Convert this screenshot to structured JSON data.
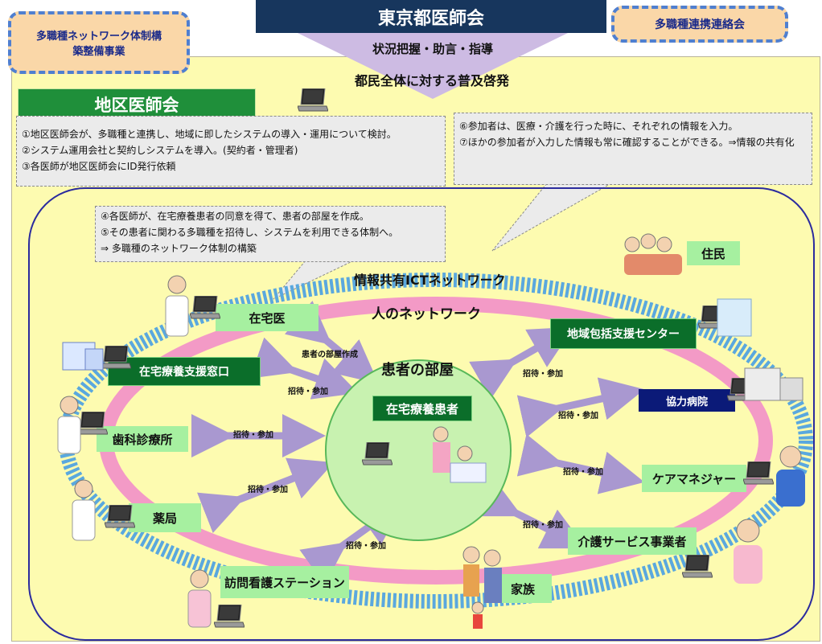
{
  "header": {
    "tokyo_medical_association": "東京都医師会",
    "guidance": "状況把握・助言・指導",
    "awareness": "都民全体に対する普及啓発"
  },
  "left_badge": {
    "line1": "多職種ネットワーク体制構",
    "line2": "築整備事業"
  },
  "right_badge": {
    "text": "多職種連携連絡会"
  },
  "district": {
    "title": "地区医師会"
  },
  "callout_district": {
    "lines": [
      "①地区医師会が、多職種と連携し、地域に即したシステムの導入・運用について検討。",
      "②システム運用会社と契約しシステムを導入。(契約者・管理者)",
      "③各医師が地区医師会にID発行依頼"
    ]
  },
  "callout_participants": {
    "lines": [
      "⑥参加者は、医療・介護を行った時に、それぞれの情報を入力。",
      "⑦ほかの参加者が入力した情報も常に確認することができる。⇒情報の共有化"
    ]
  },
  "callout_doctor": {
    "lines": [
      "④各医師が、在宅療養患者の同意を得て、患者の部屋を作成。",
      "⑤その患者に関わる多職種を招待し、システムを利用できる体制へ。",
      "⇒ 多職種のネットワーク体制の構築"
    ]
  },
  "network": {
    "ict": "情報共有ICTネットワーク",
    "human": "人のネットワーク",
    "patient_room": "患者の部屋",
    "patient": "在宅療養患者"
  },
  "participants": {
    "home_doctor": "在宅医",
    "home_care_support": "在宅療養支援窓口",
    "dental": "歯科診療所",
    "pharmacy": "薬局",
    "visiting_nurse": "訪問看護ステーション",
    "family": "家族",
    "care_service": "介護サービス事業者",
    "care_manager": "ケアマネジャー",
    "cooperating_hospital": "協力病院",
    "community_center": "地域包括支援センター",
    "residents": "住民"
  },
  "links": {
    "room_created": "患者の部屋作成",
    "invite": "招待・参加"
  },
  "colors": {
    "panel": "#fdfbb0",
    "ring_outer": "#5aa8de",
    "ring_pink": "#f39ac6",
    "header_navy": "#17365d",
    "green_dark": "#1f8f3a",
    "label_green": "#a6f0a0",
    "arrow": "#a998d0"
  }
}
